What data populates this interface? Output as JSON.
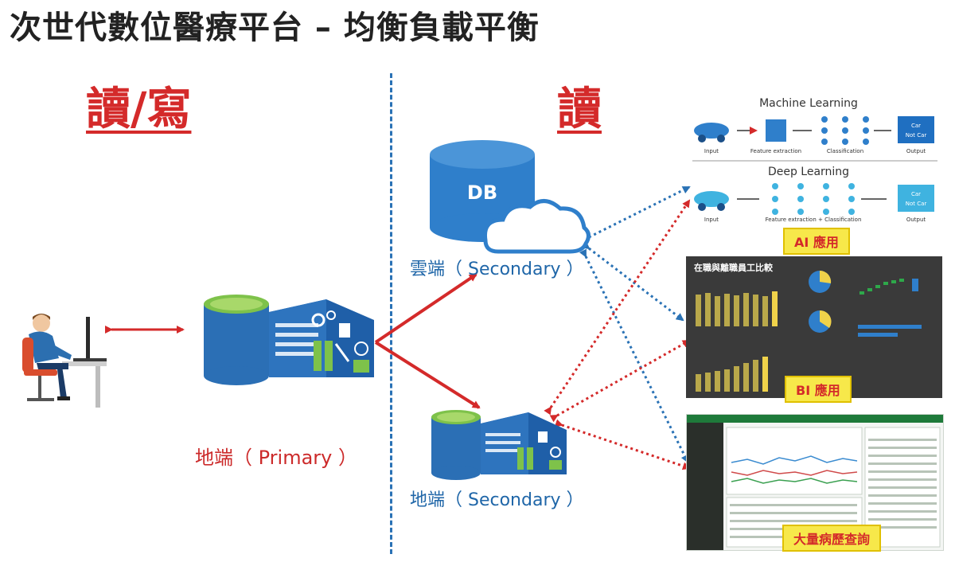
{
  "title": "次世代數位醫療平台 – 均衡負載平衡",
  "left_heading": "讀/寫",
  "right_heading": "讀",
  "primary_label": "地端（ Primary ）",
  "cloud_label": "雲端（ Secondary ）",
  "local_secondary_label": "地端（ Secondary ）",
  "db_text": "DB",
  "ai": {
    "ml_title": "Machine Learning",
    "dl_title": "Deep Learning",
    "input": "Input",
    "feature_extraction": "Feature extraction",
    "classification": "Classification",
    "feature_classification": "Feature extraction + Classification",
    "output": "Output",
    "car": "Car",
    "not_car": "Not Car",
    "badge": "AI 應用"
  },
  "bi": {
    "title": "在職與離職員工比較",
    "badge": "BI 應用"
  },
  "his": {
    "badge": "大量病歷查詢"
  },
  "colors": {
    "red_arrow": "#d42a2a",
    "blue_arrow": "#2a72b5",
    "db_blue": "#2f7fcb",
    "badge_yellow": "#f7e84a"
  }
}
